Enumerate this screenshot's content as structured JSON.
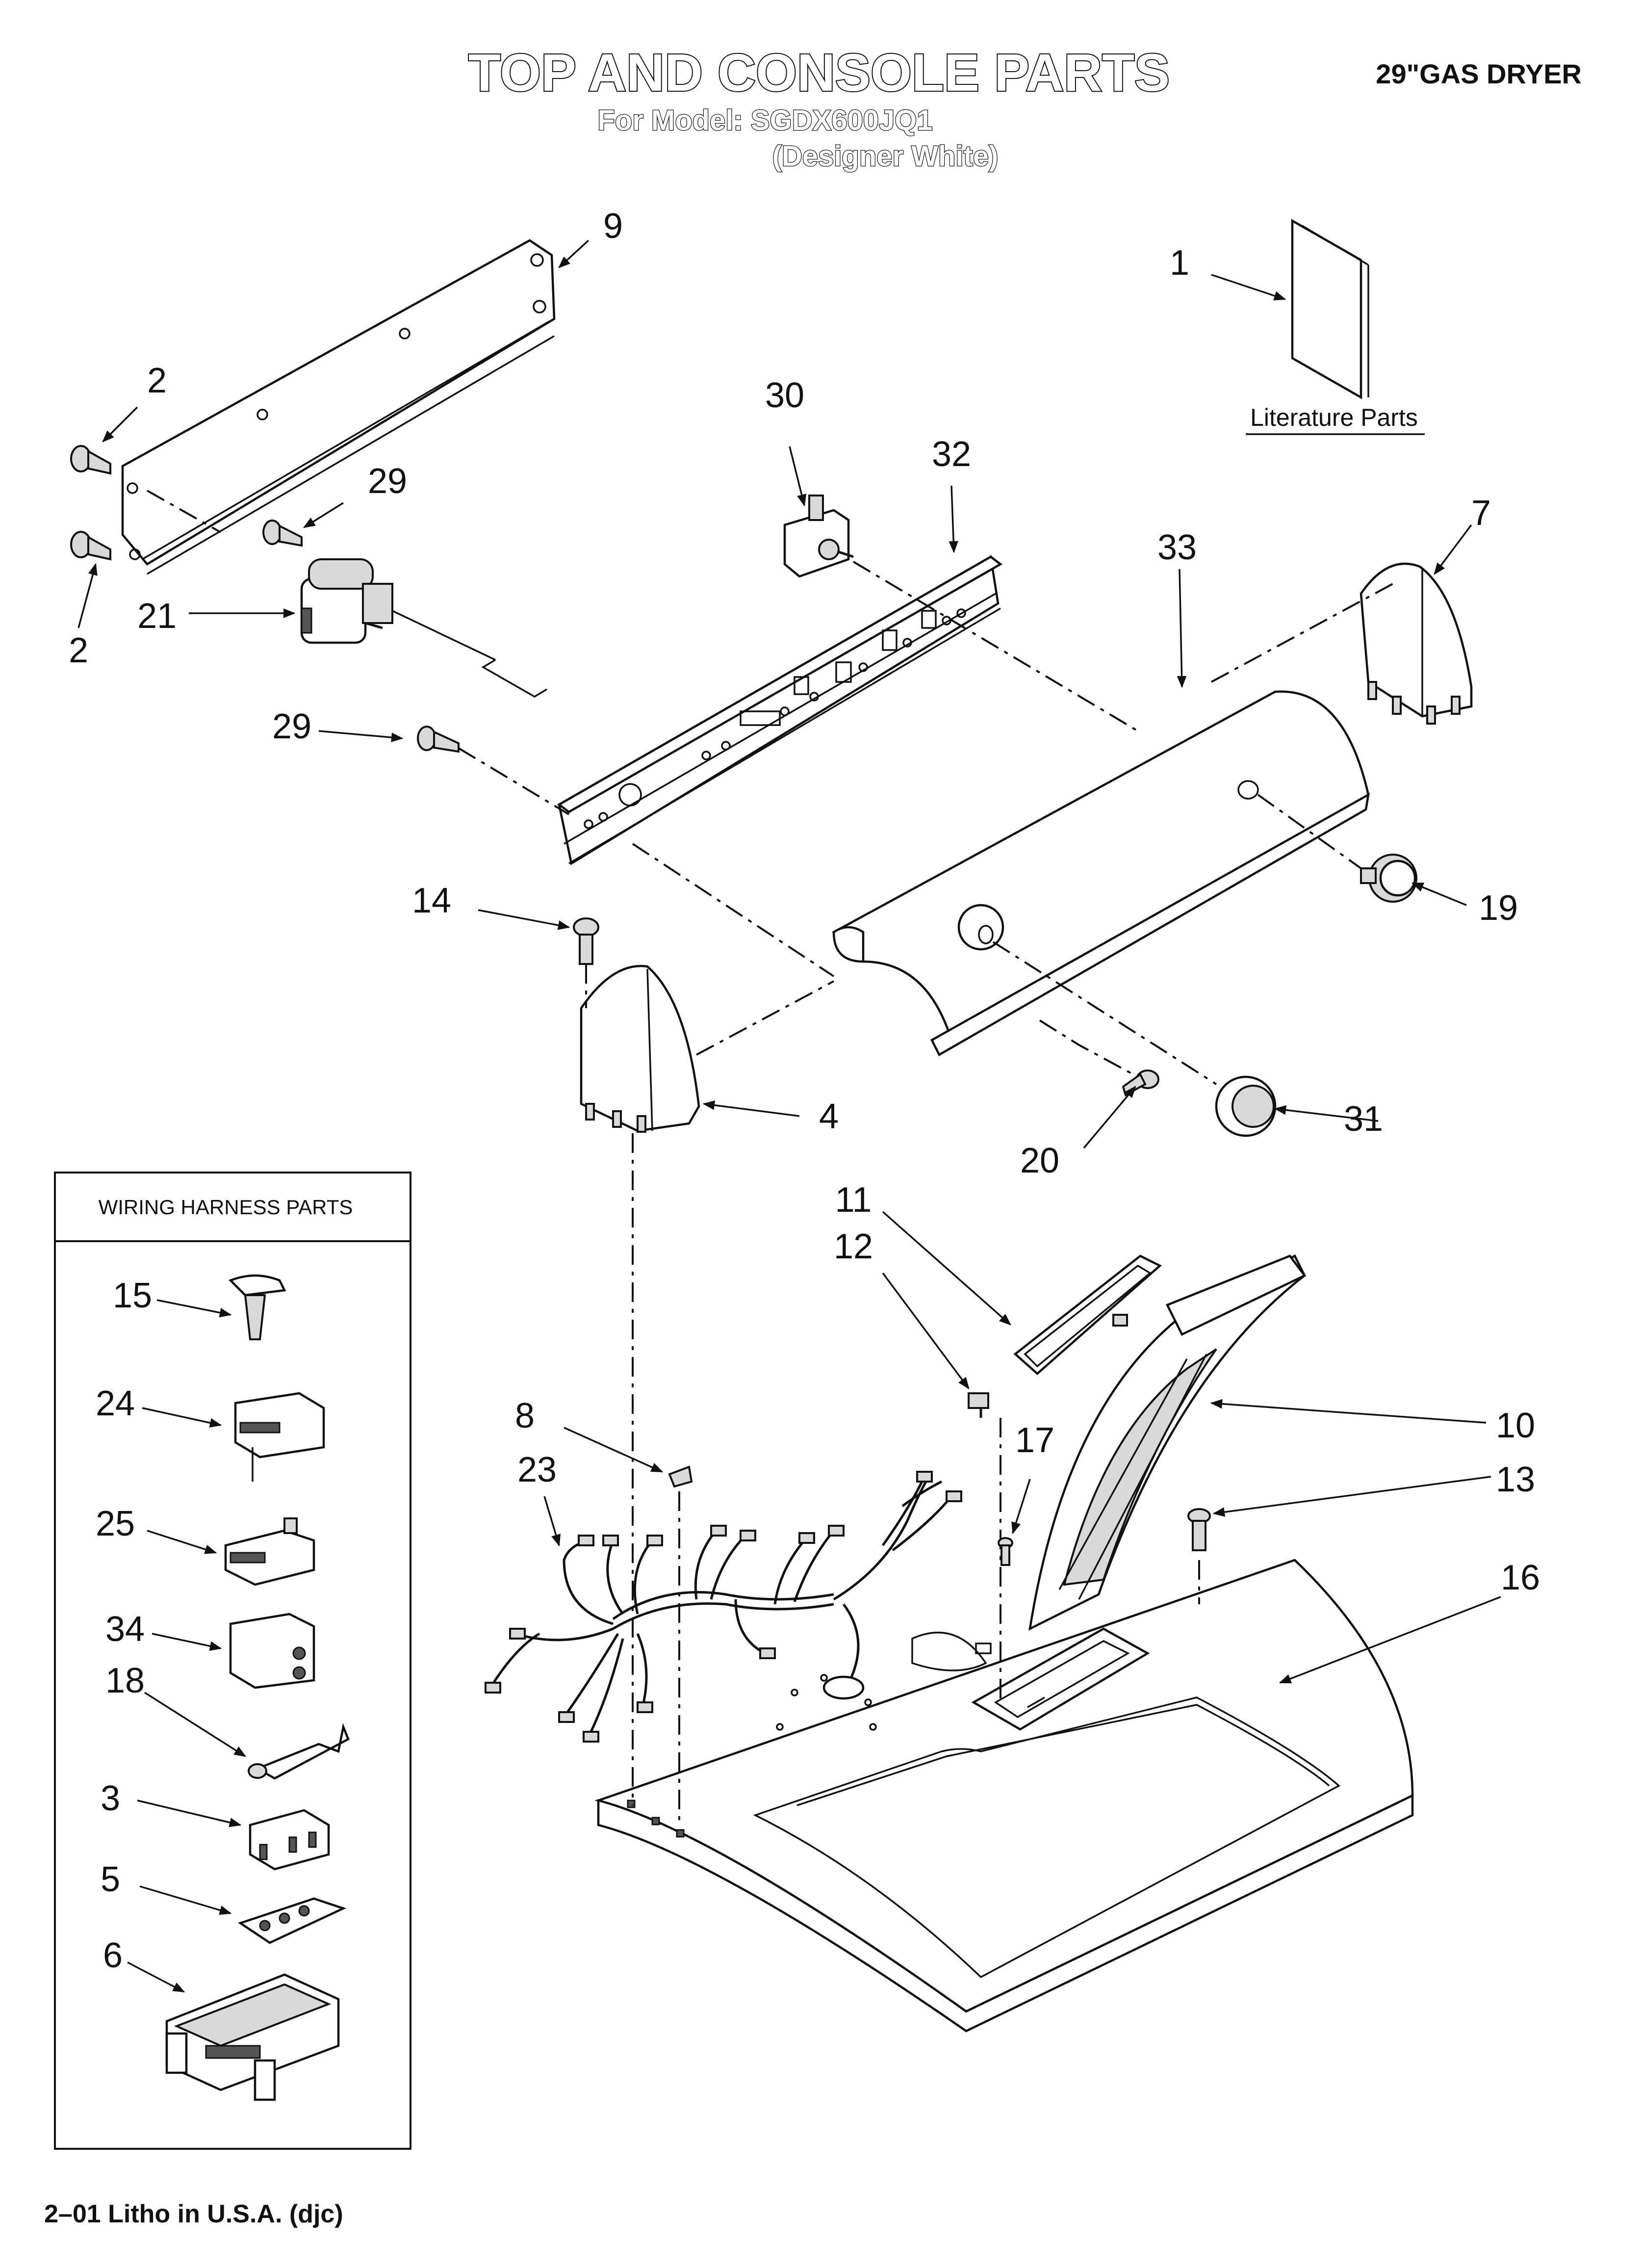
{
  "header": {
    "title": "TOP AND CONSOLE PARTS",
    "model_line": "For Model: SGDX600JQ1",
    "color_line": "(Designer White)",
    "product": "29\"GAS DRYER"
  },
  "literature": {
    "label": "Literature Parts"
  },
  "wiring_box": {
    "title": "WIRING HARNESS PARTS"
  },
  "callouts": {
    "c1": "1",
    "c2a": "2",
    "c2b": "2",
    "c3": "3",
    "c4": "4",
    "c5": "5",
    "c6": "6",
    "c7": "7",
    "c8": "8",
    "c9": "9",
    "c10": "10",
    "c11": "11",
    "c12": "12",
    "c13": "13",
    "c14": "14",
    "c15": "15",
    "c16": "16",
    "c17": "17",
    "c18": "18",
    "c19": "19",
    "c20": "20",
    "c21": "21",
    "c23": "23",
    "c24": "24",
    "c25": "25",
    "c29a": "29",
    "c29b": "29",
    "c30": "30",
    "c31": "31",
    "c32": "32",
    "c33": "33",
    "c34": "34"
  },
  "footer": {
    "litho": "2–01 Litho in U.S.A. (djc)"
  }
}
